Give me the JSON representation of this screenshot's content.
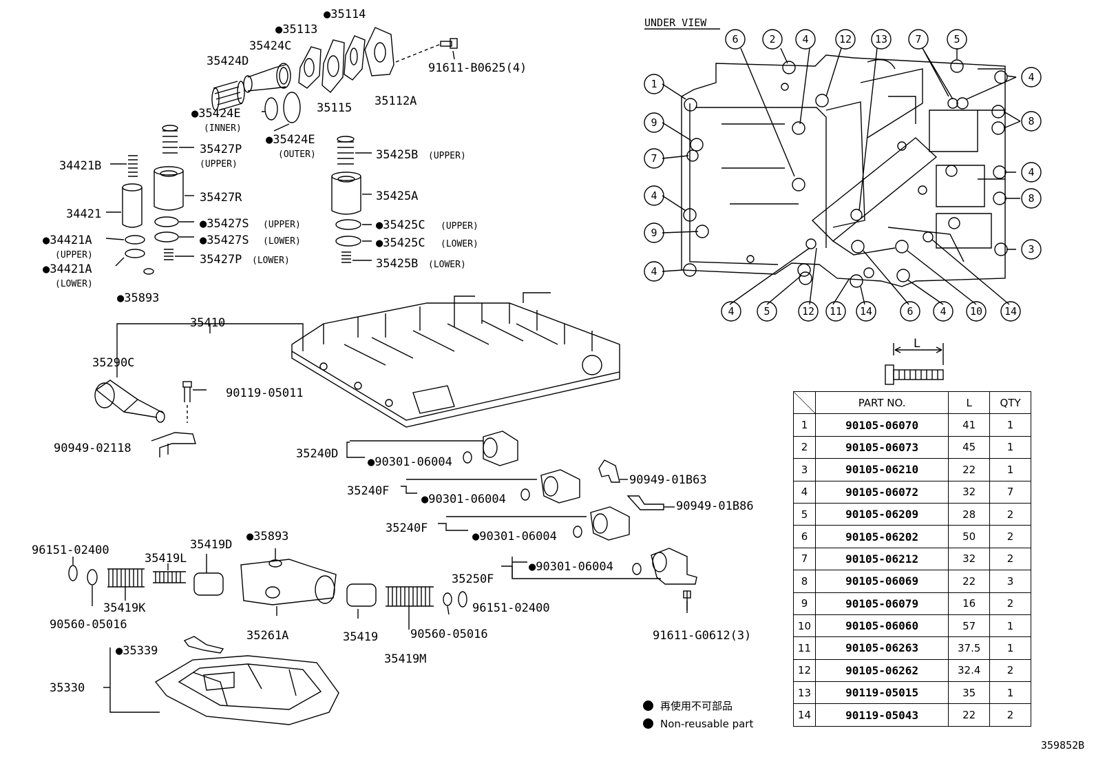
{
  "under_view": {
    "title": "UNDER VIEW",
    "callouts": [
      "1",
      "2",
      "3",
      "4",
      "5",
      "6",
      "7",
      "8",
      "9",
      "10",
      "11",
      "12",
      "13",
      "14"
    ]
  },
  "labels": {
    "p35114": "●35114",
    "p35113": "●35113",
    "p35424C": "35424C",
    "p35424D": "35424D",
    "p91611B": "91611-B0625(4)",
    "p35112A": "35112A",
    "p35115": "35115",
    "p35424E_in": "●35424E",
    "p35424E_in_note": "(INNER)",
    "p35424E_out": "●35424E",
    "p35424E_out_note": "(OUTER)",
    "p35427P_up": "35427P",
    "p35427P_up_note": "(UPPER)",
    "p34421B": "34421B",
    "p35425B_up": "35425B",
    "p35425B_up_note": "(UPPER)",
    "p35427R": "35427R",
    "p35425A": "35425A",
    "p34421": "34421",
    "p35427S_up": "●35427S",
    "p35427S_up_note": "(UPPER)",
    "p35425C_up": "●35425C",
    "p35425C_up_note": "(UPPER)",
    "p34421A_up": "●34421A",
    "p34421A_up_note": "(UPPER)",
    "p35427S_lo": "●35427S",
    "p35427S_lo_note": "(LOWER)",
    "p35425C_lo": "●35425C",
    "p35425C_lo_note": "(LOWER)",
    "p34421A_lo": "●34421A",
    "p34421A_lo_note": "(LOWER)",
    "p35427P_lo": "35427P",
    "p35427P_lo_note": "(LOWER)",
    "p35425B_lo": "35425B",
    "p35425B_lo_note": "(LOWER)",
    "p35893_a": "●35893",
    "p35410": "35410",
    "p35290C": "35290C",
    "p90119": "90119-05011",
    "p90949_02118": "90949-02118",
    "p35240D": "35240D",
    "p90301_a": "●90301-06004",
    "p90949_01B63": "90949-01B63",
    "p35240F_a": "35240F",
    "p90301_b": "●90301-06004",
    "p90949_01B86": "90949-01B86",
    "p35240F_b": "35240F",
    "p90301_c": "●90301-06004",
    "p35893_b": "●35893",
    "p96151_a": "96151-02400",
    "p35419L": "35419L",
    "p35419D": "35419D",
    "p35250F": "35250F",
    "p90301_d": "●90301-06004",
    "p35419K": "35419K",
    "p90560_a": "90560-05016",
    "p96151_b": "96151-02400",
    "p35261A": "35261A",
    "p35419": "35419",
    "p90560_b": "90560-05016",
    "p91611G": "91611-G0612(3)",
    "p35419M": "35419M",
    "p35339": "●35339",
    "p35330": "35330"
  },
  "bolt": {
    "dim_label": "L"
  },
  "table": {
    "headers": [
      "PART NO.",
      "L",
      "QTY"
    ],
    "rows": [
      {
        "no": "1",
        "part": "90105-06070",
        "L": "41",
        "qty": "1"
      },
      {
        "no": "2",
        "part": "90105-06073",
        "L": "45",
        "qty": "1"
      },
      {
        "no": "3",
        "part": "90105-06210",
        "L": "22",
        "qty": "1"
      },
      {
        "no": "4",
        "part": "90105-06072",
        "L": "32",
        "qty": "7"
      },
      {
        "no": "5",
        "part": "90105-06209",
        "L": "28",
        "qty": "2"
      },
      {
        "no": "6",
        "part": "90105-06202",
        "L": "50",
        "qty": "2"
      },
      {
        "no": "7",
        "part": "90105-06212",
        "L": "32",
        "qty": "2"
      },
      {
        "no": "8",
        "part": "90105-06069",
        "L": "22",
        "qty": "3"
      },
      {
        "no": "9",
        "part": "90105-06079",
        "L": "16",
        "qty": "2"
      },
      {
        "no": "10",
        "part": "90105-06060",
        "L": "57",
        "qty": "1"
      },
      {
        "no": "11",
        "part": "90105-06263",
        "L": "37.5",
        "qty": "1"
      },
      {
        "no": "12",
        "part": "90105-06262",
        "L": "32.4",
        "qty": "2"
      },
      {
        "no": "13",
        "part": "90119-05015",
        "L": "35",
        "qty": "1"
      },
      {
        "no": "14",
        "part": "90119-05043",
        "L": "22",
        "qty": "2"
      }
    ]
  },
  "legend": {
    "jp": "再使用不可部品",
    "en": "Non-reusable part"
  },
  "ref_code": "359852B"
}
